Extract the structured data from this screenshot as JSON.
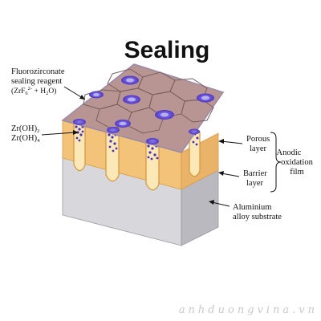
{
  "title": "Sealing",
  "labels": {
    "reagent_line1": "Fluorozirconate",
    "reagent_line2": "sealing reagent",
    "reagent_formula_open": "(ZrF",
    "reagent_formula_sub": "6",
    "reagent_formula_sup": "2-",
    "reagent_formula_rest": " + H",
    "reagent_formula_sub2": "2",
    "reagent_formula_end": "O)",
    "zr_oh2_main": "Zr(OH)",
    "zr_oh2_sub": "2",
    "zr_oh4_main": "Zr(OH)",
    "zr_oh4_sub": "4",
    "porous_line1": "Porous",
    "porous_line2": "layer",
    "barrier_line1": "Barrier",
    "barrier_line2": "layer",
    "anodic_line1": "Anodic",
    "anodic_line2": "oxidation",
    "anodic_line3": "film",
    "substrate_line1": "Aluminium",
    "substrate_line2": "alloy substrate"
  },
  "watermark": "anhduongvina.vn",
  "colors": {
    "seal_top": "#b89592",
    "seal_edge": "#9a8aa8",
    "oxide": "#f4c37a",
    "oxide_dark": "#e3a94f",
    "pore": "#fbe8b6",
    "substrate_front": "#d8d8dc",
    "substrate_side": "#b9b9bf",
    "particle": "#4a2ec0",
    "particle_core": "#6b56d8"
  }
}
